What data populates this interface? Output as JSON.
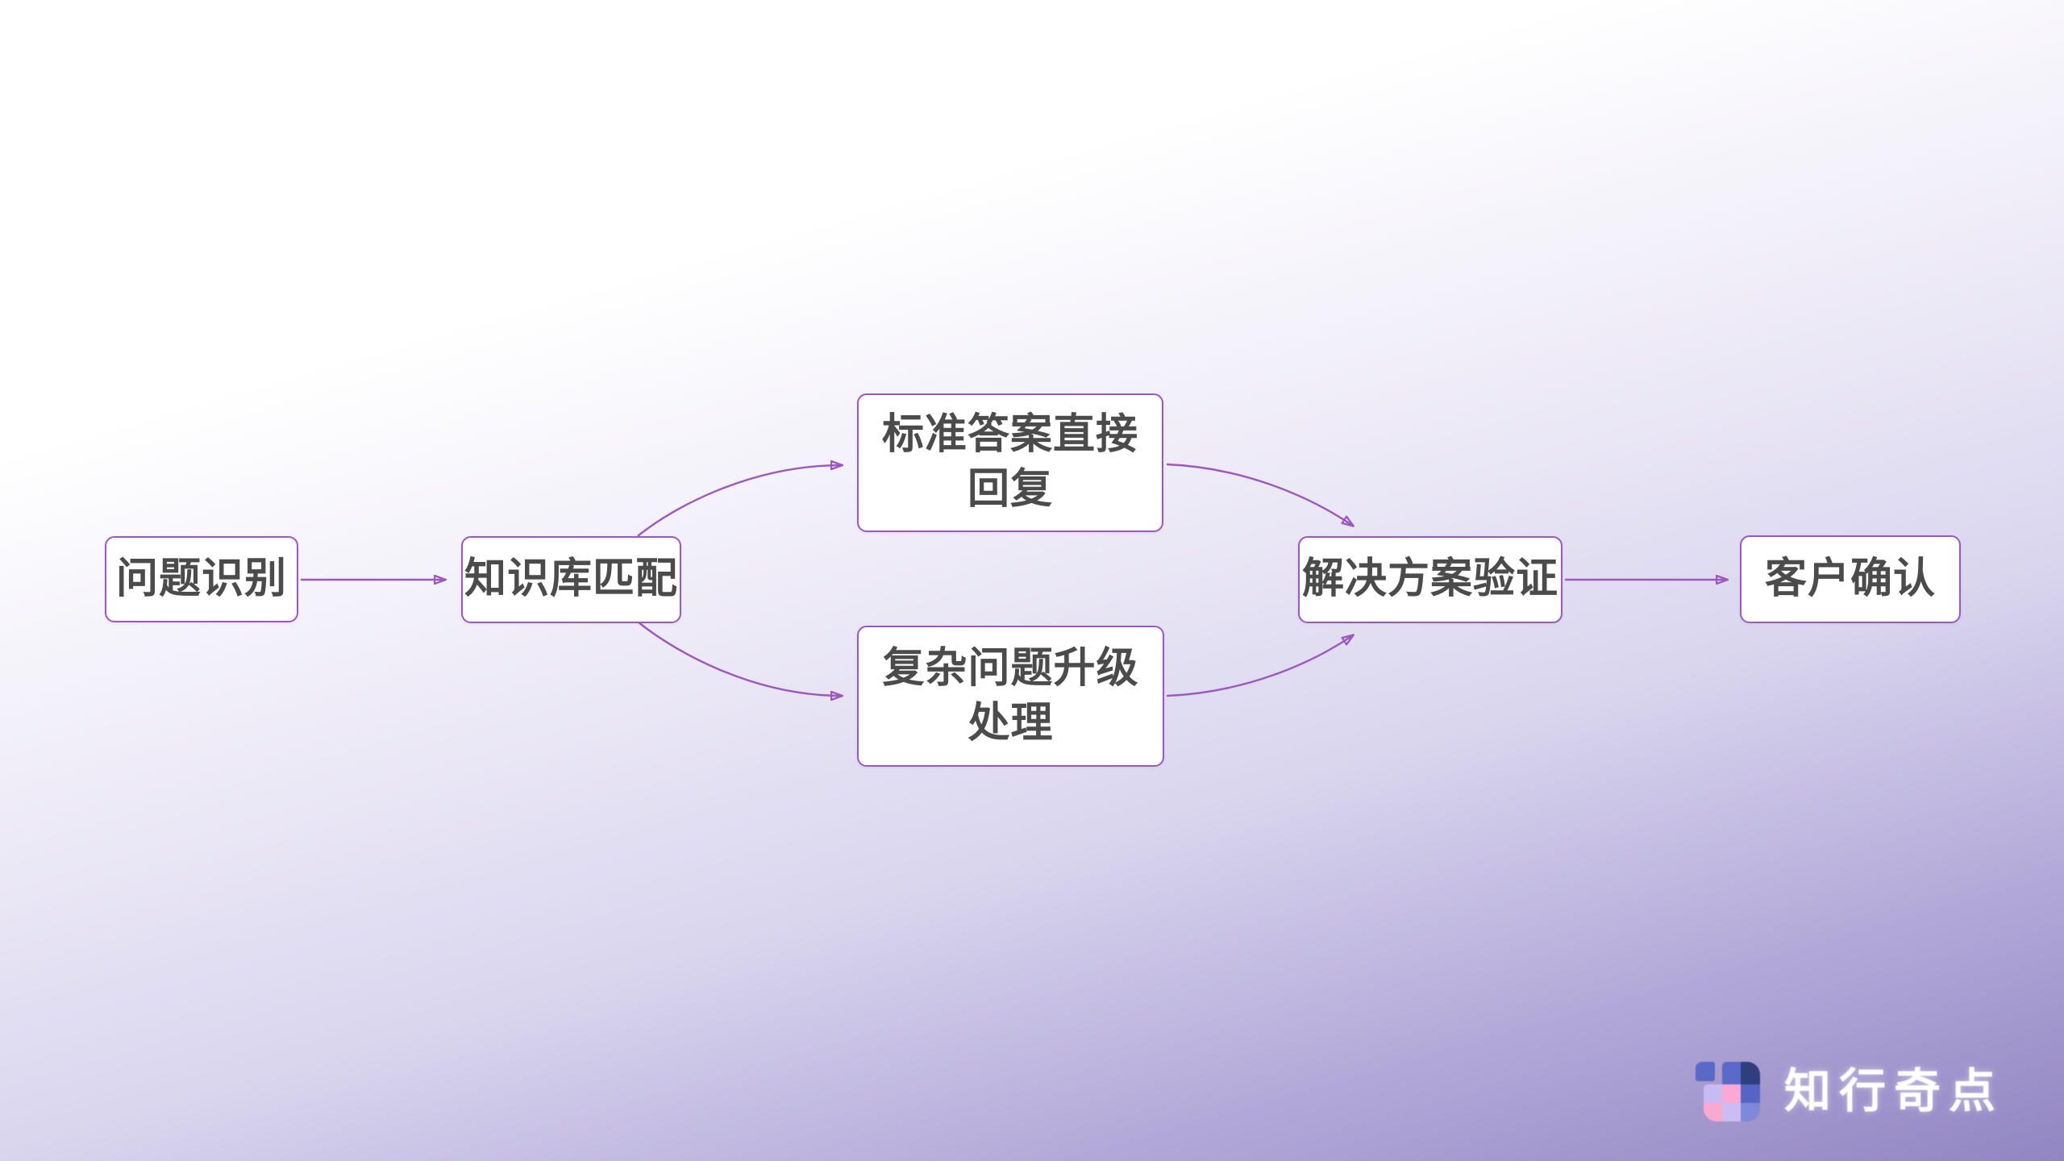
{
  "flowchart": {
    "nodes": [
      {
        "id": "problem-identification",
        "label": "问题识别"
      },
      {
        "id": "knowledge-base-matching",
        "label": "知识库匹配"
      },
      {
        "id": "standard-answer-reply",
        "label": "标准答案直接\n回复"
      },
      {
        "id": "complex-issue-escalation",
        "label": "复杂问题升级\n处理"
      },
      {
        "id": "solution-verification",
        "label": "解决方案验证"
      },
      {
        "id": "customer-confirmation",
        "label": "客户确认"
      }
    ],
    "edges": [
      {
        "from": "问题识别",
        "to": "知识库匹配"
      },
      {
        "from": "知识库匹配",
        "to": "标准答案直接回复"
      },
      {
        "from": "知识库匹配",
        "to": "复杂问题升级处理"
      },
      {
        "from": "标准答案直接回复",
        "to": "解决方案验证"
      },
      {
        "from": "复杂问题升级处理",
        "to": "解决方案验证"
      },
      {
        "from": "解决方案验证",
        "to": "客户确认"
      }
    ],
    "colors": {
      "node_background": "#ffffff",
      "node_border": "#a055c4",
      "node_text": "#4b4b4b",
      "connector": "#9d58c0",
      "arrowhead": "#8f48b4"
    }
  },
  "branding": {
    "logo_text": "知行奇点",
    "logo_text_color": "#ffffff",
    "logo_icon_colors": {
      "indigo": "#5a68c8",
      "navy": "#2f3e7c",
      "lavender": "#c9bbf1",
      "pink": "#f9a9d3",
      "periwinkle": "#7e8ad9"
    }
  },
  "background": {
    "top": "#ffffff",
    "bottom_left": "#d5d1ec",
    "bottom_right": "#9186c2"
  }
}
